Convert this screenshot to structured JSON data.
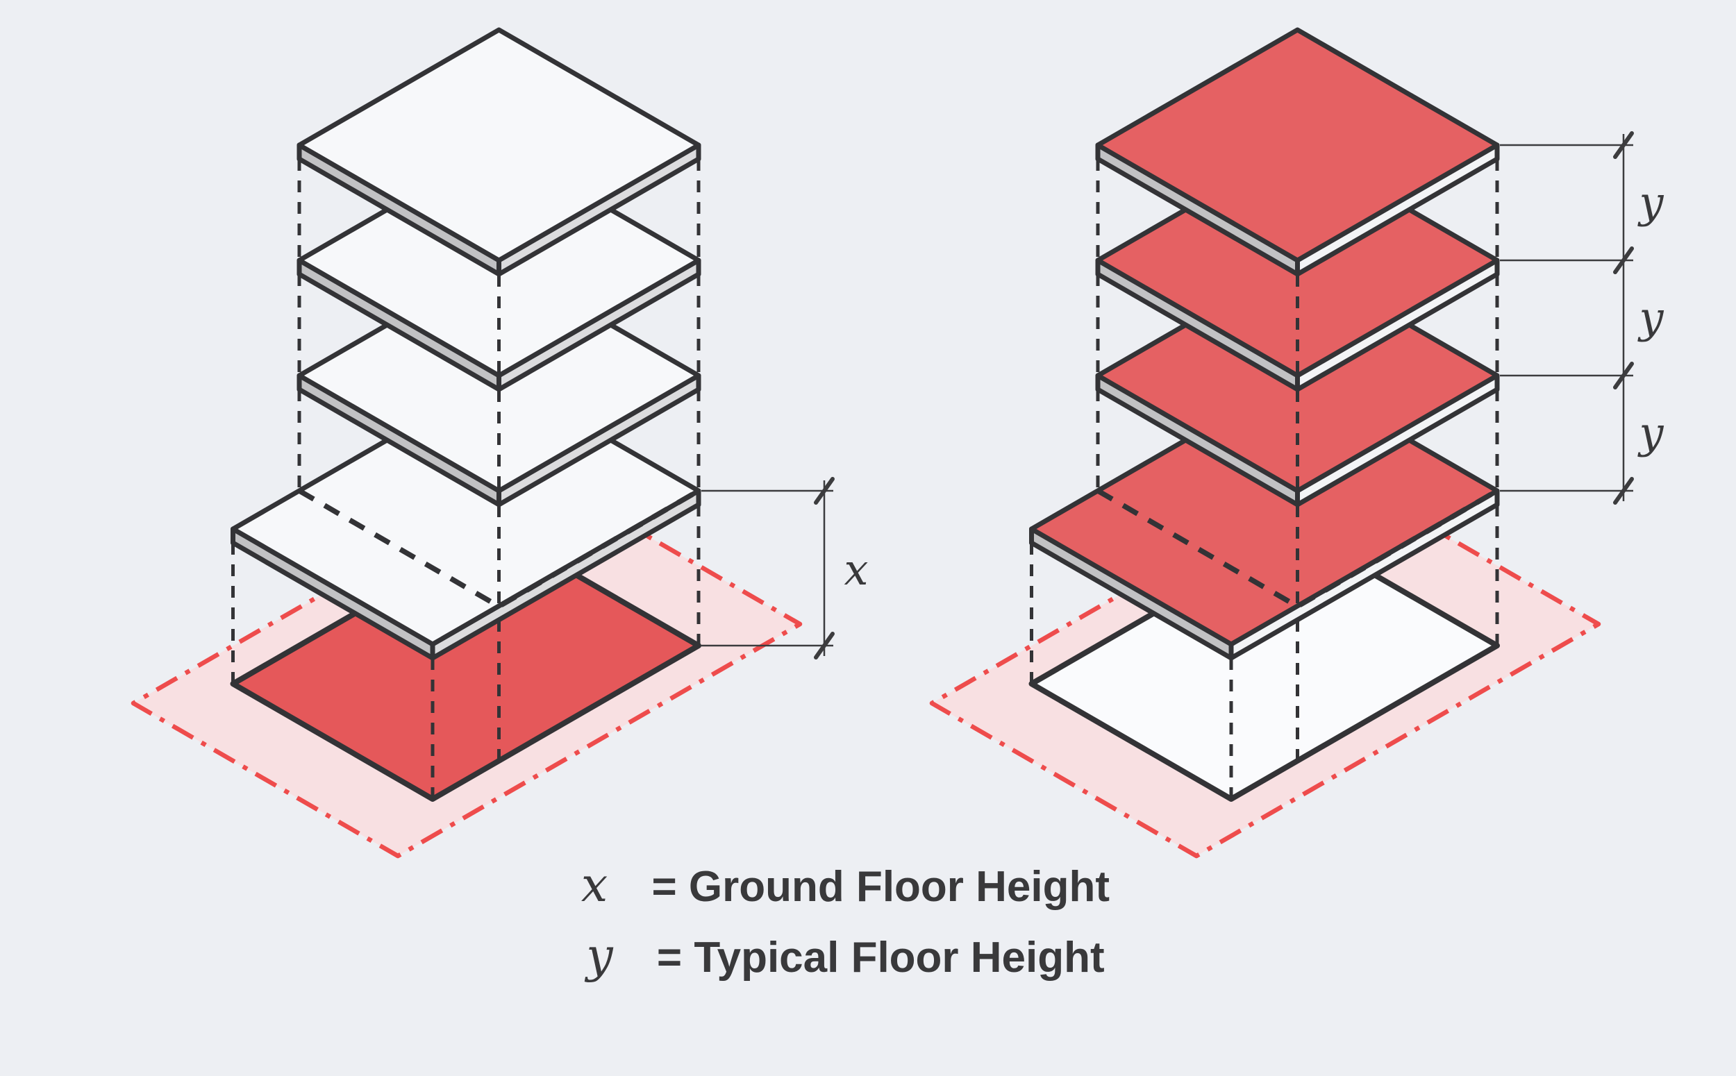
{
  "diagram": {
    "description": "Isometric exploded floor-plate diagrams of two buildings explaining ground floor height versus typical floor height",
    "left_building": {
      "floor_slab_count": 4,
      "highlighted_part": "ground-floor-plate",
      "dimension_label": "x"
    },
    "right_building": {
      "floor_slab_count": 4,
      "highlighted_part": "upper-floor-slabs",
      "dimension_labels": [
        "y",
        "y",
        "y"
      ]
    }
  },
  "dimensions": {
    "ground_floor_label": "x",
    "typical_floor_labels": [
      "y",
      "y",
      "y"
    ]
  },
  "legend": {
    "line1_var": "x",
    "line1_rest": " = Ground Floor Height",
    "line2_var": "y",
    "line2_rest": " = Typical Floor Height"
  },
  "colors": {
    "background": "#edeff3",
    "outline": "#333336",
    "slab_top_white": "#f7f8fa",
    "slab_top_red": "#e56163",
    "slab_side_left": "#c2c2c4",
    "slab_side_right_white_slab": "#dcdcde",
    "slab_side_right_red_slab": "#f3f4f6",
    "ground_plate_red": "#e5585a",
    "ground_plate_white": "#fafbfd",
    "site_fill": "#f8e0e2",
    "site_border": "#ee4c4c",
    "dashed_hidden_edge": "#333336",
    "dimension_line": "#3c3c3e",
    "text": "#39393b"
  }
}
